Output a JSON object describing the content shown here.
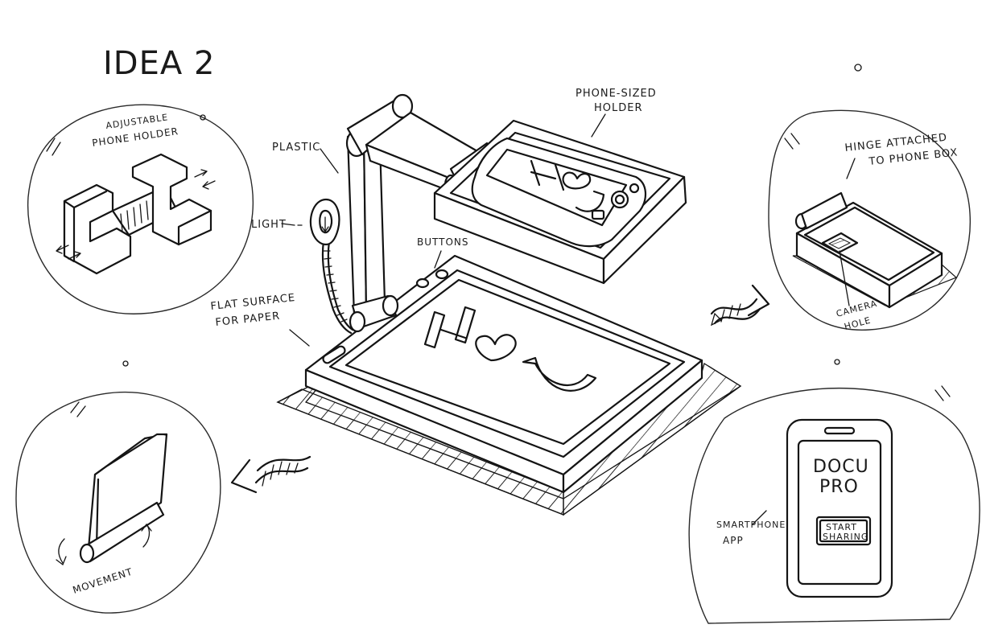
{
  "title": "IDEA 2",
  "labels": {
    "phone_holder": [
      "PHONE-SIZED",
      "HOLDER"
    ],
    "plastic": "PLASTIC",
    "light": "LIGHT",
    "buttons": "BUTTONS",
    "flat_surface": [
      "FLAT SURFACE",
      "FOR PAPER"
    ],
    "adjustable": [
      "ADJUSTABLE",
      "PHONE HOLDER"
    ],
    "hinge": [
      "HINGE ATTACHED",
      "TO PHONE BOX"
    ],
    "camera_hole": [
      "CAMERA",
      "HOLE"
    ],
    "movement": "MOVEMENT",
    "smartphone_app": [
      "SMARTPHONE",
      "APP"
    ],
    "app_name": [
      "DOCU",
      "PRO"
    ],
    "app_button": [
      "START",
      "SHARING"
    ]
  },
  "logo_lettering": "H♡U",
  "ink_color": "#141414",
  "paper_color": "#ffffff"
}
